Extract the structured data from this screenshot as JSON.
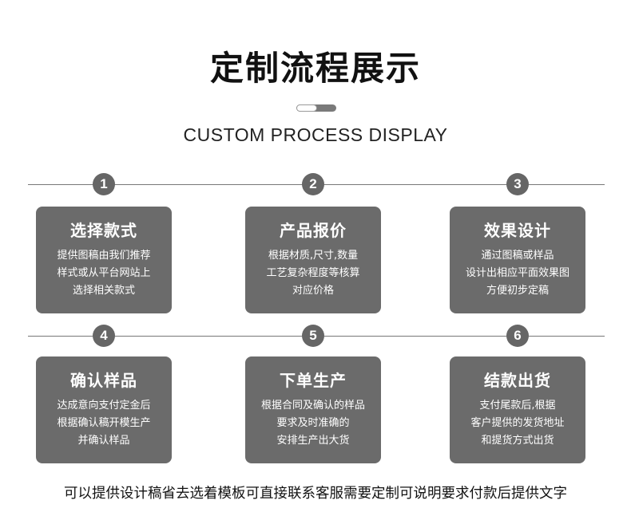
{
  "title": "定制流程展示",
  "subtitle": "CUSTOM PROCESS DISPLAY",
  "steps": [
    {
      "number": "1",
      "title": "选择款式",
      "lines": [
        "提供图稿由我们推荐",
        "样式或从平台网站上",
        "选择相关款式"
      ]
    },
    {
      "number": "2",
      "title": "产品报价",
      "lines": [
        "根据材质,尺寸,数量",
        "工艺复杂程度等核算",
        "对应价格"
      ]
    },
    {
      "number": "3",
      "title": "效果设计",
      "lines": [
        "通过图稿或样品",
        "设计出相应平面效果图",
        "方便初步定稿"
      ]
    },
    {
      "number": "4",
      "title": "确认样品",
      "lines": [
        "达成意向支付定金后",
        "根据确认稿开模生产",
        "并确认样品"
      ]
    },
    {
      "number": "5",
      "title": "下单生产",
      "lines": [
        "根据合同及确认的样品",
        "要求及时准确的",
        "安排生产出大货"
      ]
    },
    {
      "number": "6",
      "title": "结款出货",
      "lines": [
        "支付尾款后,根据",
        "客户提供的发货地址",
        "和提货方式出货"
      ]
    }
  ],
  "footer": "可以提供设计稿省去选着模板可直接联系客服需要定制可说明要求付款后提供文字",
  "colors": {
    "card": "#6b6b6b",
    "circle": "#666666",
    "line": "#777777",
    "text": "#111111"
  }
}
